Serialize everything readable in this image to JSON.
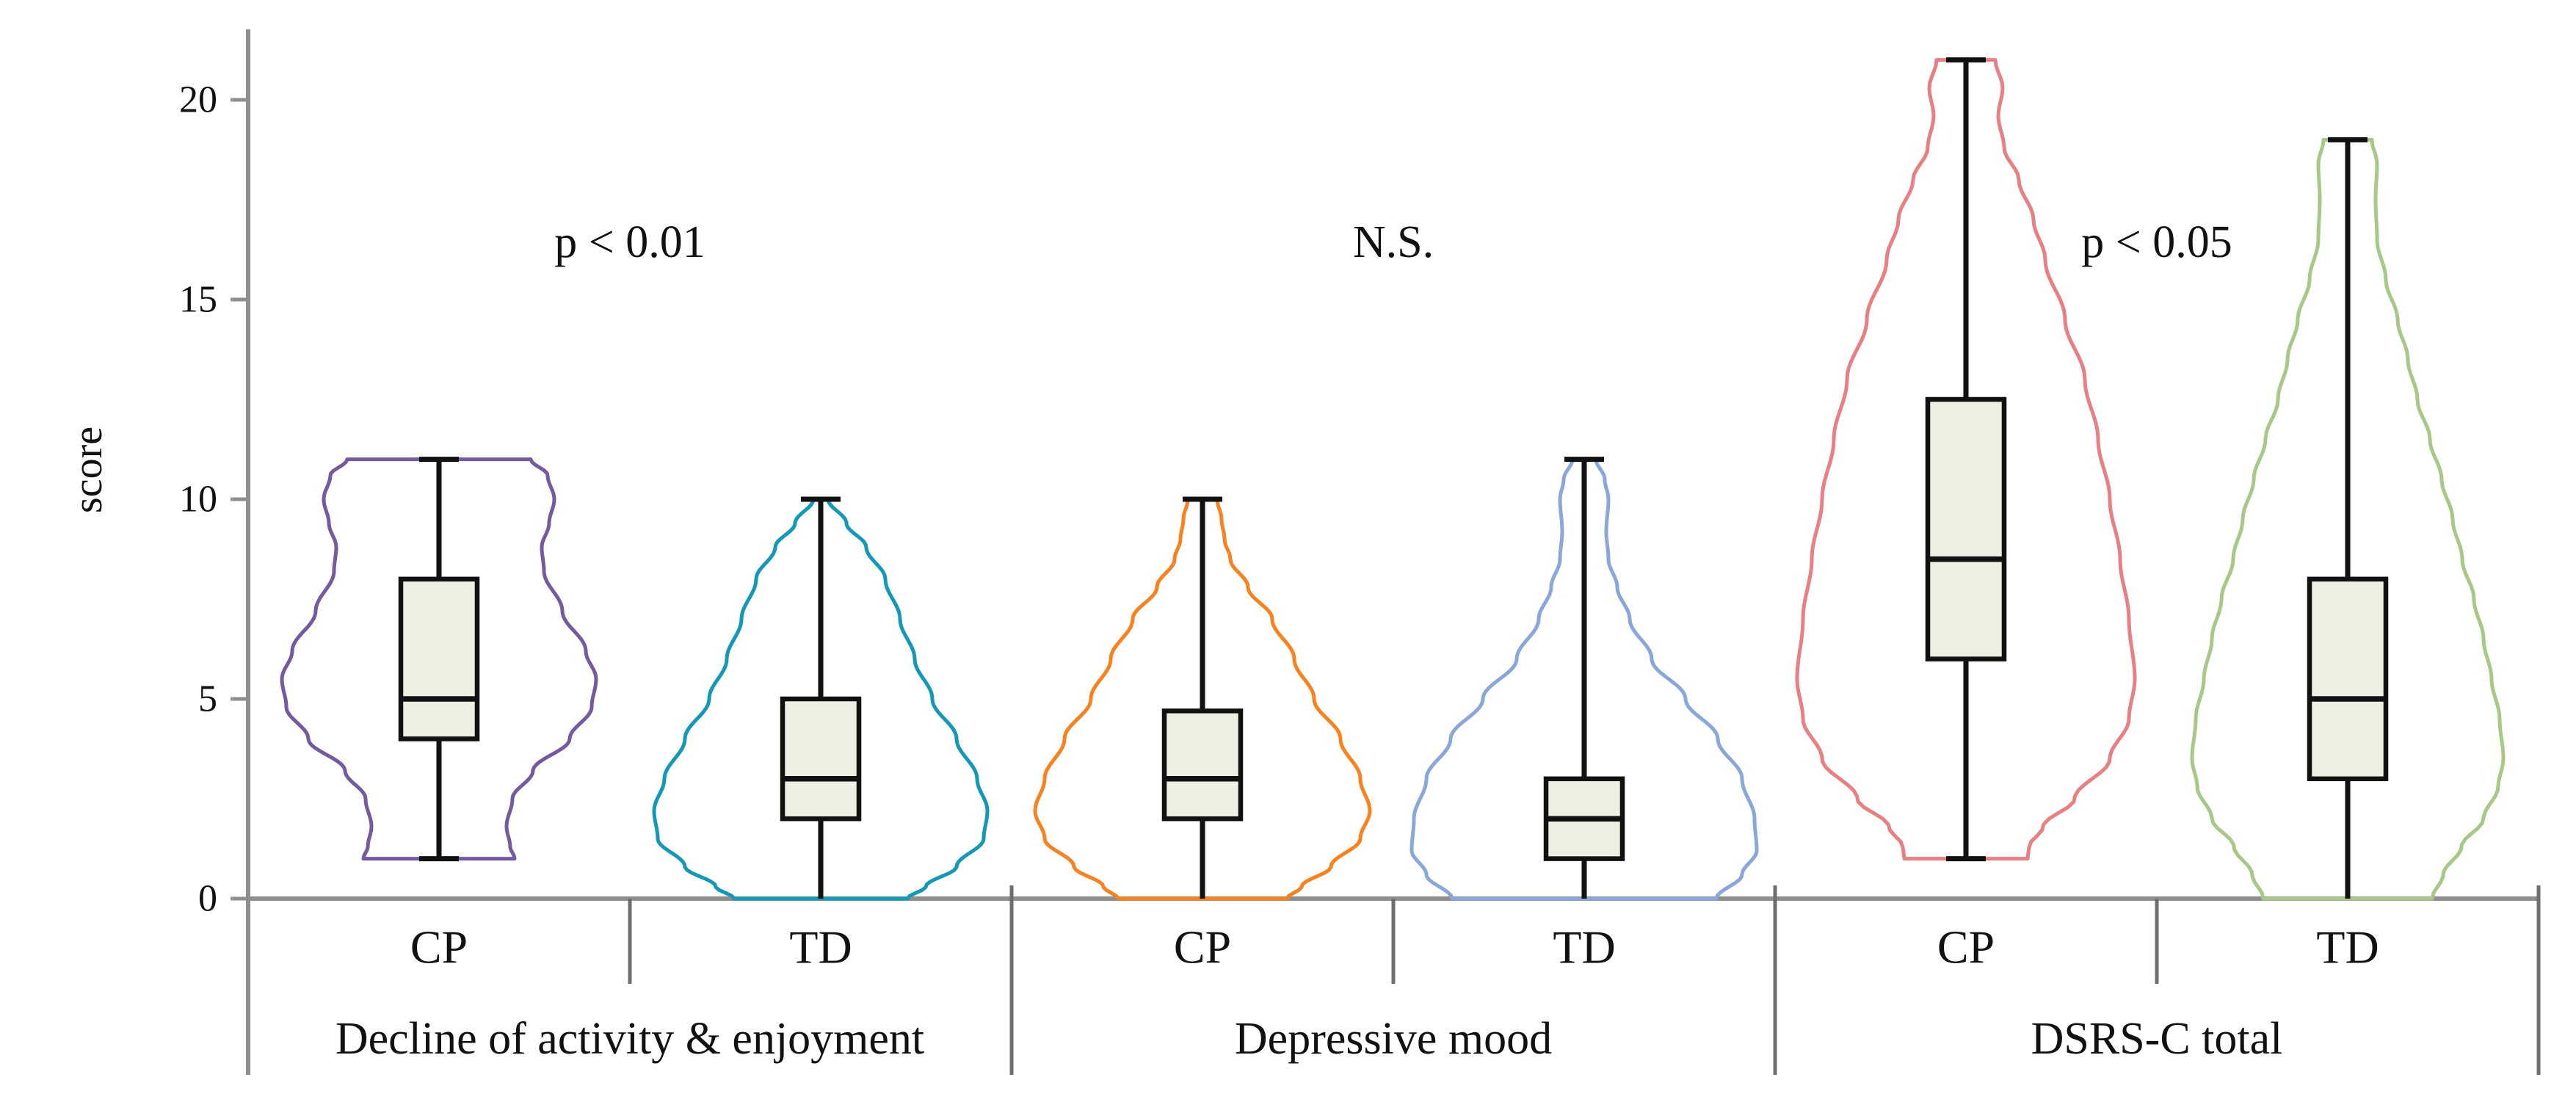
{
  "figure": {
    "background": "#ffffff",
    "axis_color": "#8f8f8f",
    "separator_color": "#6e6e6e",
    "stem_color": "#111111",
    "box_fill": "#eeeee2",
    "box_stroke": "#111111",
    "text_color": "#111111"
  },
  "chart_data": {
    "type": "violin",
    "title": "",
    "xlabel": "",
    "ylabel": "score",
    "yticks": [
      0,
      5,
      10,
      15,
      20
    ],
    "ylim": [
      0,
      21.8
    ],
    "grid": false,
    "legend_position": "none",
    "note": "Violin plots with inner box plots; two series (CP, TD) per subscale",
    "groups": [
      {
        "label": "Decline of activity & enjoyment",
        "annotation": "p < 0.01",
        "series": [
          {
            "label": "CP",
            "color": "#745a9e",
            "stats": {
              "min": 1,
              "q1": 4,
              "median": 5,
              "q3": 8,
              "max": 11
            },
            "violin_range": [
              1,
              11
            ],
            "profile": [
              [
                11,
                125
              ],
              [
                10.6,
                148
              ],
              [
                10,
                157
              ],
              [
                9.4,
                150
              ],
              [
                8.8,
                140
              ],
              [
                8.2,
                143
              ],
              [
                7.2,
                168
              ],
              [
                6.2,
                200
              ],
              [
                5.5,
                214
              ],
              [
                4.8,
                208
              ],
              [
                4,
                178
              ],
              [
                3.2,
                128
              ],
              [
                2.5,
                100
              ],
              [
                1.8,
                92
              ],
              [
                1.3,
                97
              ],
              [
                1,
                103
              ]
            ]
          },
          {
            "label": "TD",
            "color": "#1398b6",
            "stats": {
              "min": 0,
              "q1": 2,
              "median": 3,
              "q3": 5,
              "max": 10
            },
            "violin_range": [
              0,
              10
            ],
            "profile": [
              [
                10,
                10
              ],
              [
                9.4,
                35
              ],
              [
                8.8,
                62
              ],
              [
                8,
                88
              ],
              [
                7,
                108
              ],
              [
                6,
                128
              ],
              [
                5,
                152
              ],
              [
                4,
                185
              ],
              [
                3,
                213
              ],
              [
                2.2,
                227
              ],
              [
                1.5,
                222
              ],
              [
                0.8,
                185
              ],
              [
                0.3,
                143
              ],
              [
                0,
                118
              ]
            ]
          }
        ]
      },
      {
        "label": "Depressive mood",
        "annotation": "N.S.",
        "series": [
          {
            "label": "CP",
            "color": "#f8821f",
            "stats": {
              "min": 0,
              "q1": 2,
              "median": 3,
              "q3": 4.7,
              "max": 10
            },
            "violin_range": [
              0,
              10
            ],
            "profile": [
              [
                10,
                20
              ],
              [
                9.5,
                26
              ],
              [
                9,
                30
              ],
              [
                8.5,
                38
              ],
              [
                7.8,
                62
              ],
              [
                7,
                95
              ],
              [
                6,
                125
              ],
              [
                5,
                152
              ],
              [
                4,
                188
              ],
              [
                3,
                215
              ],
              [
                2.2,
                228
              ],
              [
                1.5,
                215
              ],
              [
                0.8,
                175
              ],
              [
                0.3,
                135
              ],
              [
                0,
                115
              ]
            ]
          },
          {
            "label": "TD",
            "color": "#8ba7d9",
            "stats": {
              "min": 0,
              "q1": 1,
              "median": 2,
              "q3": 3,
              "max": 11
            },
            "violin_range": [
              0,
              11
            ],
            "profile": [
              [
                11,
                16
              ],
              [
                10.5,
                28
              ],
              [
                10,
                33
              ],
              [
                9.2,
                30
              ],
              [
                8.5,
                33
              ],
              [
                7.8,
                45
              ],
              [
                7,
                62
              ],
              [
                6,
                92
              ],
              [
                5,
                138
              ],
              [
                4,
                182
              ],
              [
                3,
                215
              ],
              [
                2,
                232
              ],
              [
                1.2,
                235
              ],
              [
                0.6,
                215
              ],
              [
                0,
                180
              ]
            ]
          }
        ]
      },
      {
        "label": "DSRS-C total",
        "annotation": "p < 0.05",
        "series": [
          {
            "label": "CP",
            "color": "#e87f82",
            "stats": {
              "min": 1,
              "q1": 6,
              "median": 8.5,
              "q3": 12.5,
              "max": 21
            },
            "violin_range": [
              1,
              21
            ],
            "profile": [
              [
                21,
                40
              ],
              [
                20.3,
                50
              ],
              [
                19.6,
                44
              ],
              [
                18.8,
                52
              ],
              [
                18,
                72
              ],
              [
                17,
                92
              ],
              [
                16,
                108
              ],
              [
                14.5,
                135
              ],
              [
                13,
                162
              ],
              [
                11.5,
                180
              ],
              [
                10,
                196
              ],
              [
                8.5,
                210
              ],
              [
                7,
                222
              ],
              [
                5.5,
                230
              ],
              [
                4.5,
                222
              ],
              [
                3.5,
                196
              ],
              [
                2.5,
                148
              ],
              [
                1.8,
                105
              ],
              [
                1.3,
                86
              ],
              [
                1,
                84
              ]
            ]
          },
          {
            "label": "TD",
            "color": "#a8c888",
            "stats": {
              "min": 0,
              "q1": 3,
              "median": 5,
              "q3": 8,
              "max": 19
            },
            "violin_range": [
              0,
              19
            ],
            "profile": [
              [
                19,
                33
              ],
              [
                18.4,
                40
              ],
              [
                17.5,
                38
              ],
              [
                16.5,
                40
              ],
              [
                15.5,
                52
              ],
              [
                14.5,
                68
              ],
              [
                13.5,
                82
              ],
              [
                12.5,
                95
              ],
              [
                11.5,
                112
              ],
              [
                10.5,
                128
              ],
              [
                9.5,
                143
              ],
              [
                8.5,
                156
              ],
              [
                7.5,
                172
              ],
              [
                6.5,
                185
              ],
              [
                5.5,
                196
              ],
              [
                4.5,
                207
              ],
              [
                3.5,
                212
              ],
              [
                2.8,
                205
              ],
              [
                2,
                185
              ],
              [
                1.3,
                155
              ],
              [
                0.6,
                130
              ],
              [
                0,
                115
              ]
            ]
          }
        ]
      }
    ]
  }
}
